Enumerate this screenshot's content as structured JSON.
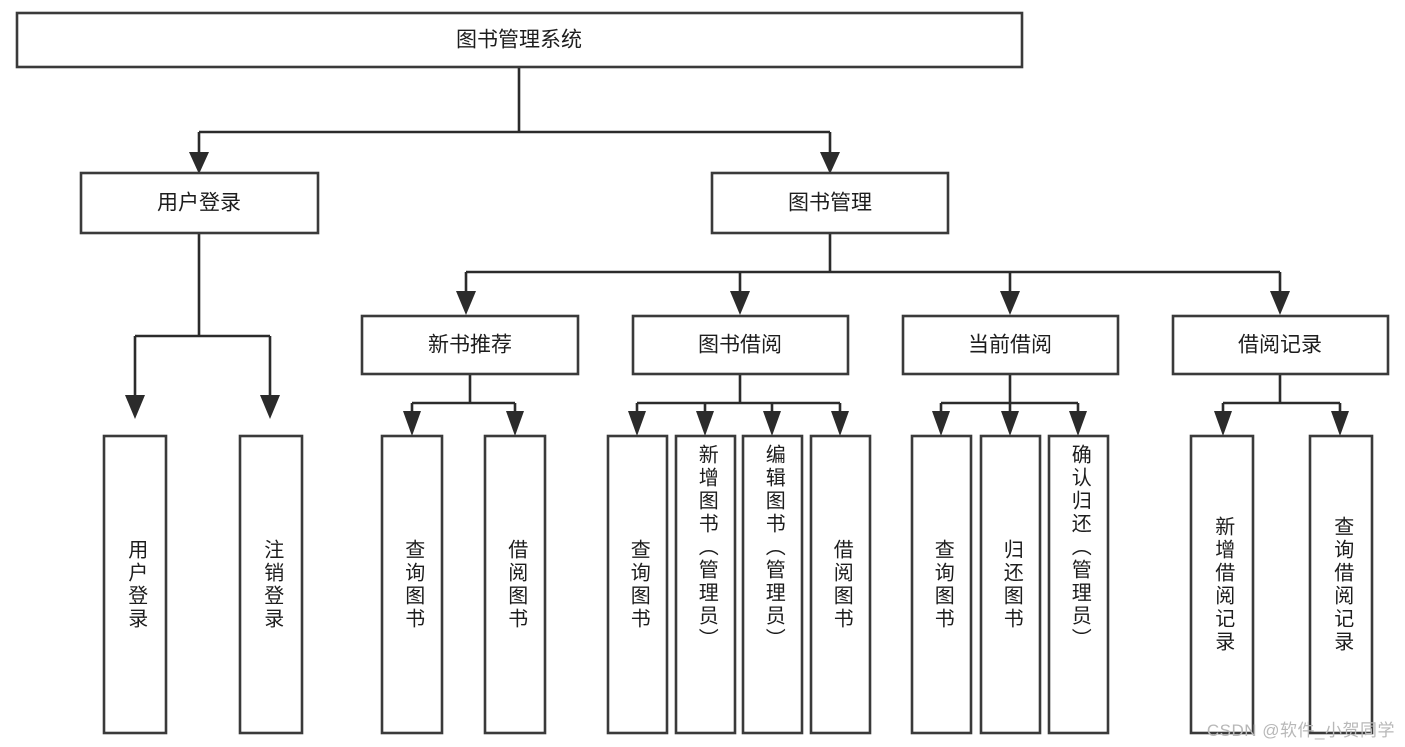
{
  "diagram": {
    "title": "图书管理系统",
    "type": "tree-hierarchy",
    "root": {
      "id": "root",
      "label": "图书管理系统"
    },
    "level2": [
      {
        "id": "user-login",
        "label": "用户登录"
      },
      {
        "id": "book-management",
        "label": "图书管理"
      }
    ],
    "level3": [
      {
        "id": "new-book-recommend",
        "label": "新书推荐",
        "parent": "book-management"
      },
      {
        "id": "book-borrow",
        "label": "图书借阅",
        "parent": "book-management"
      },
      {
        "id": "current-borrow",
        "label": "当前借阅",
        "parent": "book-management"
      },
      {
        "id": "borrow-record",
        "label": "借阅记录",
        "parent": "book-management"
      }
    ],
    "leaves": [
      {
        "id": "leaf-user-login",
        "label": "用户登录",
        "parent": "user-login"
      },
      {
        "id": "leaf-logout-login",
        "label": "注销登录",
        "parent": "user-login"
      },
      {
        "id": "leaf-query-book-1",
        "label": "查询图书",
        "parent": "new-book-recommend"
      },
      {
        "id": "leaf-borrow-book-1",
        "label": "借阅图书",
        "parent": "new-book-recommend"
      },
      {
        "id": "leaf-query-book-2",
        "label": "查询图书",
        "parent": "book-borrow"
      },
      {
        "id": "leaf-add-book",
        "label": "新增图书（管理员）",
        "parent": "book-borrow"
      },
      {
        "id": "leaf-edit-book",
        "label": "编辑图书（管理员）",
        "parent": "book-borrow"
      },
      {
        "id": "leaf-borrow-book-2",
        "label": "借阅图书",
        "parent": "book-borrow"
      },
      {
        "id": "leaf-query-book-3",
        "label": "查询图书",
        "parent": "current-borrow"
      },
      {
        "id": "leaf-return-book",
        "label": "归还图书",
        "parent": "current-borrow"
      },
      {
        "id": "leaf-confirm-return",
        "label": "确认归还（管理员）",
        "parent": "current-borrow"
      },
      {
        "id": "leaf-add-record",
        "label": "新增借阅记录",
        "parent": "borrow-record"
      },
      {
        "id": "leaf-query-record",
        "label": "查询借阅记录",
        "parent": "borrow-record"
      }
    ]
  },
  "watermark": {
    "text": "CSDN @软件_小贺同学"
  },
  "colors": {
    "box_stroke": "#3a3a3a",
    "connector": "#2b2b2b",
    "text": "#1d1d1d",
    "background": "#ffffff",
    "watermark": "#b8b8b8"
  }
}
